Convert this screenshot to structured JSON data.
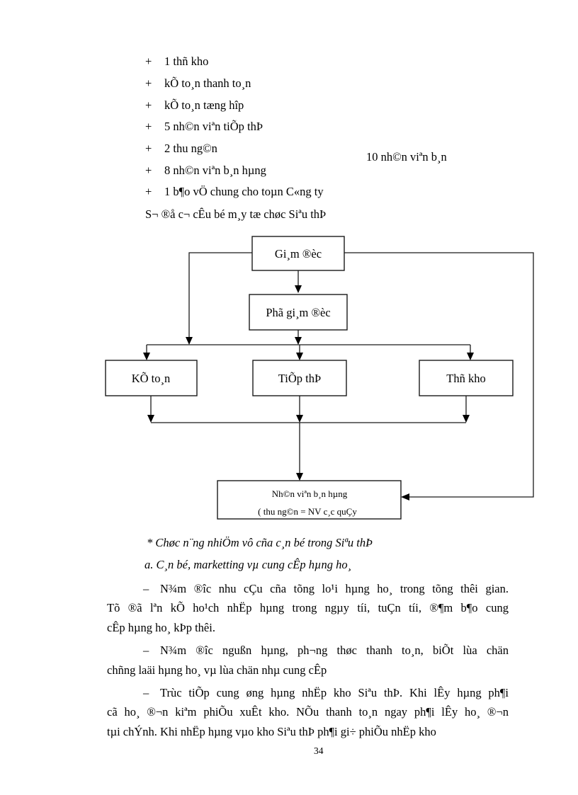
{
  "page": {
    "number": "34"
  },
  "staff_list": {
    "marker": "+",
    "items": [
      "1 thñ kho",
      "kÕ to¸n thanh to¸n",
      "kÕ to¸n tæng hîp",
      "5 nh©n viªn tiÕp thÞ",
      "2 thu ng©n",
      "8 nh©n viªn b¸n hµng",
      "1 b¶o vÖ chung cho toµn C«ng ty"
    ],
    "side_note": "10 nh©n viªn b¸n"
  },
  "diagram": {
    "title": "S¬ ®å c¬ cÊu bé m¸y tæ chøc Siªu thÞ",
    "boxes": {
      "director": "Gi¸m ®èc",
      "deputy_director": "Phã gi¸m ®èc",
      "accounting": "KÕ to¸n",
      "marketing": "TiÕp thÞ",
      "warehouse": "Thñ kho",
      "sales_staff_line1": "Nh©n viªn b¸n hµng",
      "sales_staff_line2": "( thu ng©n = NV c¸c quÇy"
    }
  },
  "sections": {
    "heading": "* Chøc n¨ng nhiÖm vô cña c¸n bé trong Siªu thÞ",
    "subheading": "a. C¸n bé, marketting vµ cung cÊp hµng ho¸"
  },
  "paragraphs": [
    {
      "marker": "–",
      "lines": [
        "N¾m ®îc nhu cÇu cña tõng lo¹i hµng ho¸ trong tõng thêi gian.",
        "Tõ ®ã lªn kÕ ho¹ch nhËp hµng trong ngµy tíi, tuÇn tíi, ®¶m b¶o cung",
        "cÊp hµng ho¸ kÞp thêi."
      ]
    },
    {
      "marker": "–",
      "lines": [
        "N¾m ®îc ngußn hµng, ph¬ng thøc thanh to¸n, biÕt lùa chän",
        "chñng laäi hµng ho¸ vµ lùa chän nhµ cung cÊp"
      ]
    },
    {
      "marker": "–",
      "lines": [
        "Trùc tiÕp cung øng hµng nhËp kho Siªu thÞ. Khi lÊy hµng ph¶i",
        "cã ho¸ ®¬n kiªm phiÕu xuÊt kho. NÕu thanh to¸n ngay ph¶i lÊy ho¸ ®¬n",
        "tµi chÝnh. Khi nhËp hµng vµo kho Siªu thÞ ph¶i gi÷ phiÕu nhËp kho"
      ]
    }
  ]
}
